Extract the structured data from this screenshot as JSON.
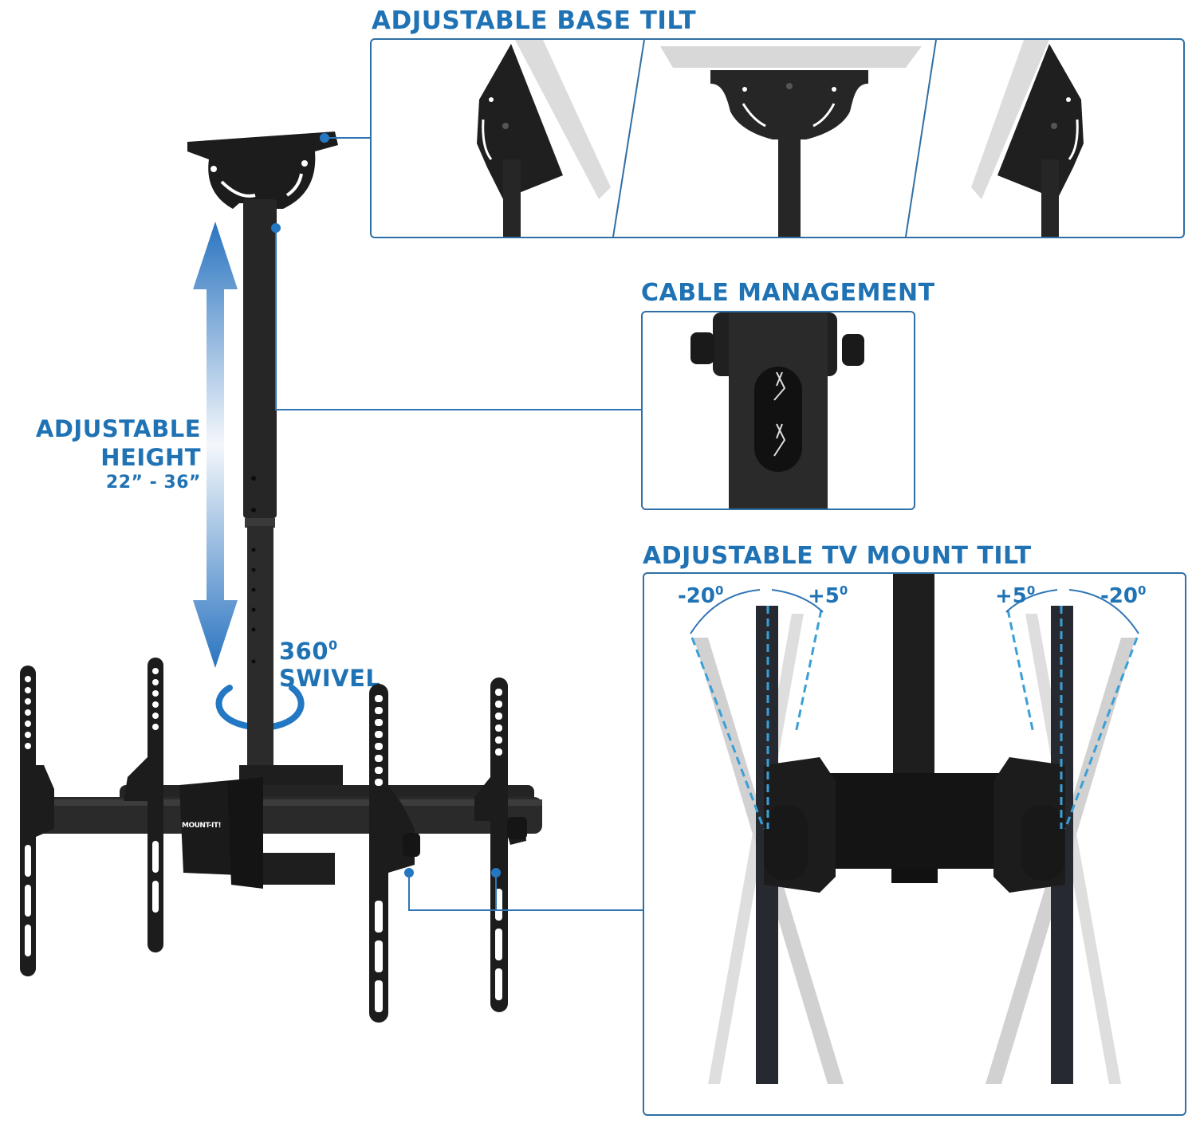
{
  "features": {
    "base_tilt": {
      "title": "ADJUSTABLE BASE TILT",
      "views": [
        "tilted-left",
        "level",
        "tilted-right"
      ]
    },
    "cable_management": {
      "title": "CABLE MANAGEMENT"
    },
    "tv_mount_tilt": {
      "title": "ADJUSTABLE TV MOUNT TILT",
      "left": {
        "back_angle": "-20",
        "forward_angle": "+5"
      },
      "right": {
        "forward_angle": "+5",
        "back_angle": "-20"
      },
      "degree_symbol": "0"
    },
    "height": {
      "line1": "ADJUSTABLE",
      "line2": "HEIGHT",
      "range": "22” - 36”"
    },
    "swivel": {
      "line1": "360",
      "degree_symbol": "0",
      "line2": "SWIVEL"
    }
  },
  "product": {
    "brand_plate": "MOUNT-IT!"
  },
  "colors": {
    "accent": "#1f72b4",
    "connector": "#2f75b5",
    "metal": "#1e1e1e",
    "panel_border": "#2f6fa5"
  }
}
